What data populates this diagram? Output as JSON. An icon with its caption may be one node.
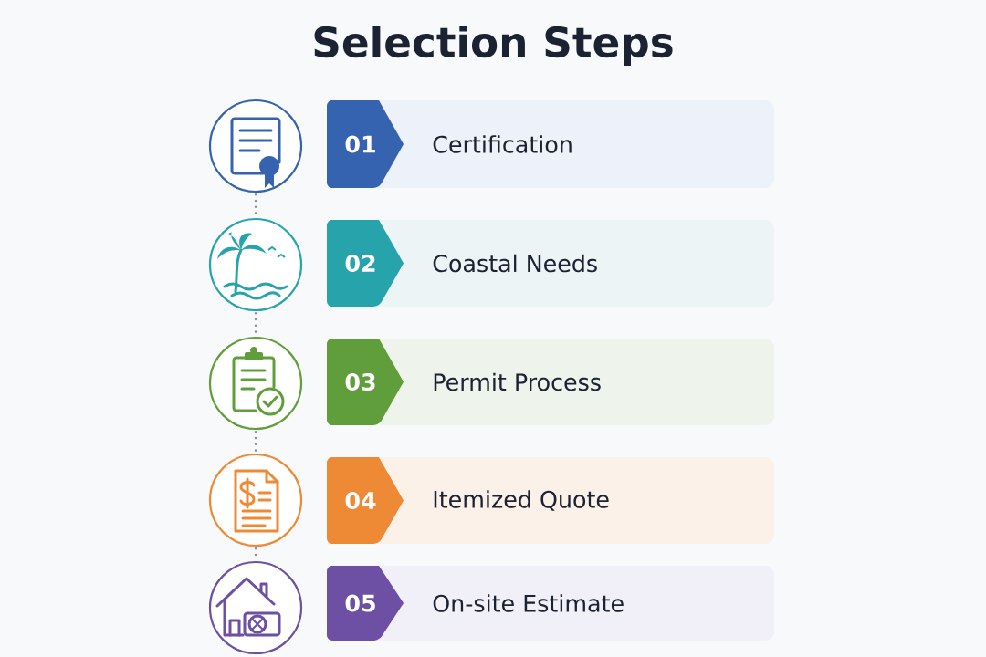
{
  "diagram": {
    "title": "Selection Steps",
    "nodes": [
      {
        "text": [],
        "shape": "circle"
      },
      {
        "text": [],
        "shape": "circle"
      },
      {
        "text": [],
        "shape": "circle"
      },
      {
        "text": [],
        "shape": "circle"
      },
      {
        "text": [],
        "shape": "circle"
      },
      {
        "text": [
          "01",
          "Certification"
        ]
      },
      {
        "text": [
          "02",
          "Coastal Needs"
        ]
      },
      {
        "text": [
          "03",
          "Permit Process"
        ]
      },
      {
        "text": [
          "04",
          "Itemized Quote"
        ]
      },
      {
        "text": [
          "05",
          "On-site Estimate"
        ]
      }
    ],
    "edges": [
      {
        "from": 0,
        "to": 1,
        "arrow": "none",
        "style": "dashed"
      },
      {
        "from": 1,
        "to": 2,
        "arrow": "none",
        "style": "dashed"
      },
      {
        "from": 2,
        "to": 3,
        "arrow": "none",
        "style": "dashed"
      },
      {
        "from": 3,
        "to": 4,
        "arrow": "none",
        "style": "dashed"
      }
    ]
  }
}
